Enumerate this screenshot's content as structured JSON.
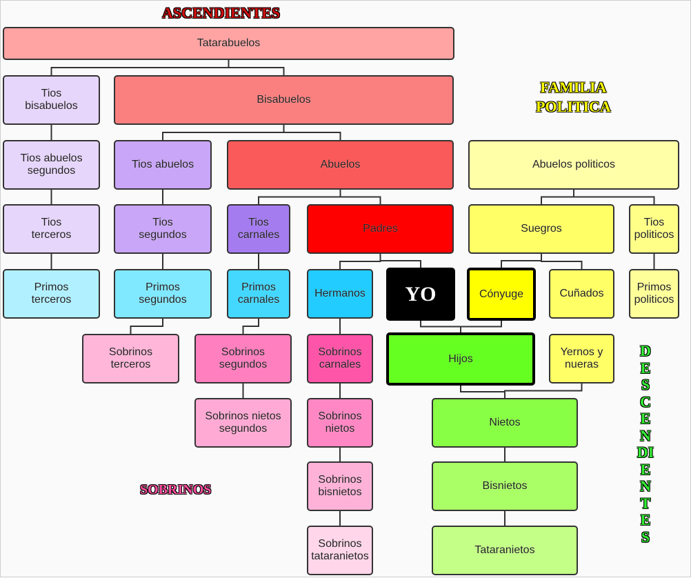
{
  "titles": {
    "ascendientes": "ASCENDIENTES",
    "familia_politica": "FAMILIA\nPOLITICA",
    "sobrinos": "SOBRINOS",
    "descendientes": "DESCENDIENTES"
  },
  "nodes": [
    {
      "id": "tatarabuelos",
      "label": "Tatarabuelos",
      "color": "#ffa3a3"
    },
    {
      "id": "tios-bisabuelos",
      "label": "Tios\nbisabuelos",
      "color": "#e7d6fc"
    },
    {
      "id": "bisabuelos",
      "label": "Bisabuelos",
      "color": "#fa7f7f"
    },
    {
      "id": "tios-abuelos-segundos",
      "label": "Tios abuelos\nsegundos",
      "color": "#e7d6fc"
    },
    {
      "id": "tios-abuelos",
      "label": "Tios abuelos",
      "color": "#c9a6f7"
    },
    {
      "id": "abuelos",
      "label": "Abuelos",
      "color": "#fb5a5a"
    },
    {
      "id": "abuelos-politicos",
      "label": "Abuelos politicos",
      "color": "#ffffa8"
    },
    {
      "id": "tios-terceros",
      "label": "Tios\nterceros",
      "color": "#e7d6fc"
    },
    {
      "id": "tios-segundos",
      "label": "Tios\nsegundos",
      "color": "#c9a6f7"
    },
    {
      "id": "tios-carnales",
      "label": "Tios\ncarnales",
      "color": "#a57cf0"
    },
    {
      "id": "padres",
      "label": "Padres",
      "color": "#ff0000"
    },
    {
      "id": "suegros",
      "label": "Suegros",
      "color": "#ffff66"
    },
    {
      "id": "tios-politicos",
      "label": "Tios\npoliticos",
      "color": "#ffff88"
    },
    {
      "id": "primos-terceros",
      "label": "Primos\nterceros",
      "color": "#b0f0ff"
    },
    {
      "id": "primos-segundos",
      "label": "Primos\nsegundos",
      "color": "#80e8ff"
    },
    {
      "id": "primos-carnales",
      "label": "Primos\ncarnales",
      "color": "#44d8ff"
    },
    {
      "id": "hermanos",
      "label": "Hermanos",
      "color": "#22ccff"
    },
    {
      "id": "yo",
      "label": "YO",
      "color": "#000000"
    },
    {
      "id": "conyuge",
      "label": "Cónyuge",
      "color": "#ffff00"
    },
    {
      "id": "cunados",
      "label": "Cuñados",
      "color": "#ffff66"
    },
    {
      "id": "primos-politicos",
      "label": "Primos\npoliticos",
      "color": "#ffff99"
    },
    {
      "id": "sobrinos-terceros",
      "label": "Sobrinos\nterceros",
      "color": "#ffb6d9"
    },
    {
      "id": "sobrinos-segundos",
      "label": "Sobrinos\nsegundos",
      "color": "#ff7fbf"
    },
    {
      "id": "sobrinos-carnales",
      "label": "Sobrinos\ncarnales",
      "color": "#ff55a8"
    },
    {
      "id": "hijos",
      "label": "Hijos",
      "color": "#66ff22"
    },
    {
      "id": "yernos-y-nueras",
      "label": "Yernos y\nnueras",
      "color": "#ffff66"
    },
    {
      "id": "sobrinos-nietos-segundos",
      "label": "Sobrinos nietos\nsegundos",
      "color": "#ffaad4"
    },
    {
      "id": "sobrinos-nietos",
      "label": "Sobrinos\nnietos",
      "color": "#ff88c4"
    },
    {
      "id": "nietos",
      "label": "Nietos",
      "color": "#88ff44"
    },
    {
      "id": "sobrinos-bisnietos",
      "label": "Sobrinos\nbisnietos",
      "color": "#ffb2d8"
    },
    {
      "id": "bisnietos",
      "label": "Bisnietos",
      "color": "#aaff66"
    },
    {
      "id": "sobrinos-tataranietos",
      "label": "Sobrinos\ntataranietos",
      "color": "#ffd6ea"
    },
    {
      "id": "tataranietos",
      "label": "Tataranietos",
      "color": "#c4ff88"
    }
  ],
  "edges": [
    [
      "tatarabuelos",
      "tios-bisabuelos"
    ],
    [
      "tatarabuelos",
      "bisabuelos"
    ],
    [
      "tios-bisabuelos",
      "tios-abuelos-segundos"
    ],
    [
      "bisabuelos",
      "tios-abuelos"
    ],
    [
      "bisabuelos",
      "abuelos"
    ],
    [
      "tios-abuelos-segundos",
      "tios-terceros"
    ],
    [
      "tios-abuelos",
      "tios-segundos"
    ],
    [
      "abuelos",
      "tios-carnales"
    ],
    [
      "abuelos",
      "padres"
    ],
    [
      "abuelos-politicos",
      "suegros"
    ],
    [
      "abuelos-politicos",
      "tios-politicos"
    ],
    [
      "tios-terceros",
      "primos-terceros"
    ],
    [
      "tios-segundos",
      "primos-segundos"
    ],
    [
      "tios-carnales",
      "primos-carnales"
    ],
    [
      "padres",
      "hermanos"
    ],
    [
      "padres",
      "yo"
    ],
    [
      "suegros",
      "conyuge"
    ],
    [
      "suegros",
      "cunados"
    ],
    [
      "tios-politicos",
      "primos-politicos"
    ],
    [
      "primos-segundos",
      "sobrinos-terceros"
    ],
    [
      "primos-carnales",
      "sobrinos-segundos"
    ],
    [
      "hermanos",
      "sobrinos-carnales"
    ],
    [
      "yo",
      "hijos"
    ],
    [
      "conyuge",
      "hijos"
    ],
    [
      "sobrinos-segundos",
      "sobrinos-nietos-segundos"
    ],
    [
      "sobrinos-carnales",
      "sobrinos-nietos"
    ],
    [
      "hijos",
      "nietos"
    ],
    [
      "yernos-y-nueras",
      "nietos"
    ],
    [
      "sobrinos-nietos",
      "sobrinos-bisnietos"
    ],
    [
      "nietos",
      "bisnietos"
    ],
    [
      "sobrinos-bisnietos",
      "sobrinos-tataranietos"
    ],
    [
      "bisnietos",
      "tataranietos"
    ]
  ]
}
